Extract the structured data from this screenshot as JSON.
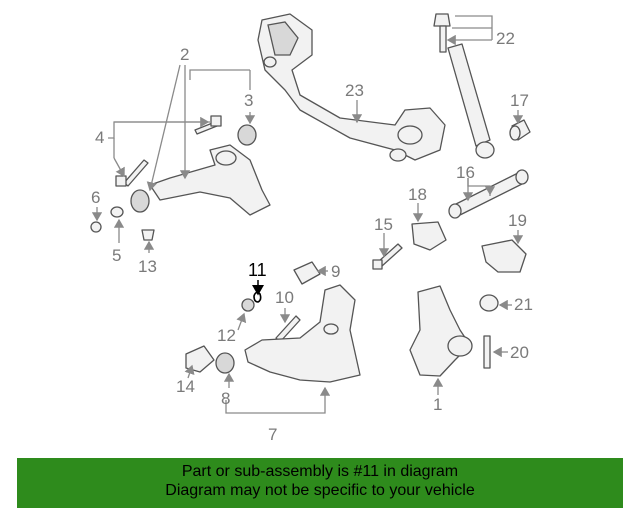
{
  "callouts": {
    "c1": "1",
    "c2": "2",
    "c3": "3",
    "c4": "4",
    "c5": "5",
    "c6": "6",
    "c7": "7",
    "c8": "8",
    "c9": "9",
    "c10": "10",
    "c11": "11",
    "c12": "12",
    "c13": "13",
    "c14": "14",
    "c15": "15",
    "c16": "16",
    "c17": "17",
    "c18": "18",
    "c19": "19",
    "c20": "20",
    "c21": "21",
    "c22": "22",
    "c23": "23"
  },
  "highlighted_part": "11",
  "footer": {
    "line1": "Part or sub-assembly is #11 in diagram",
    "line2": "Diagram may not be specific to your vehicle",
    "background": "#2e8b1c"
  }
}
